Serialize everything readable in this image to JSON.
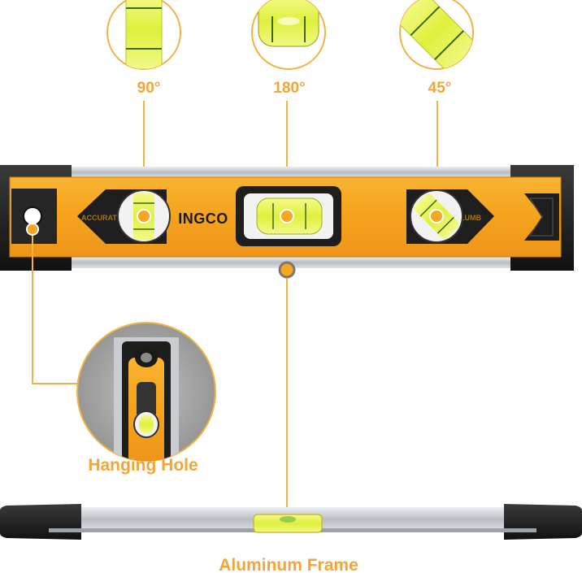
{
  "vial_angles": {
    "left": "90°",
    "center": "180°",
    "right": "45°"
  },
  "callouts": {
    "hanging_hole": "Hanging Hole",
    "aluminum_frame": "Aluminum Frame"
  },
  "brand": {
    "logo": "INGCO"
  },
  "colors": {
    "accent_orange": "#f6a623",
    "leader_line": "#f0b442",
    "vial_yellow": "#e6f24a",
    "body_black": "#1e1e1e",
    "aluminum": "#c8ccd0"
  }
}
